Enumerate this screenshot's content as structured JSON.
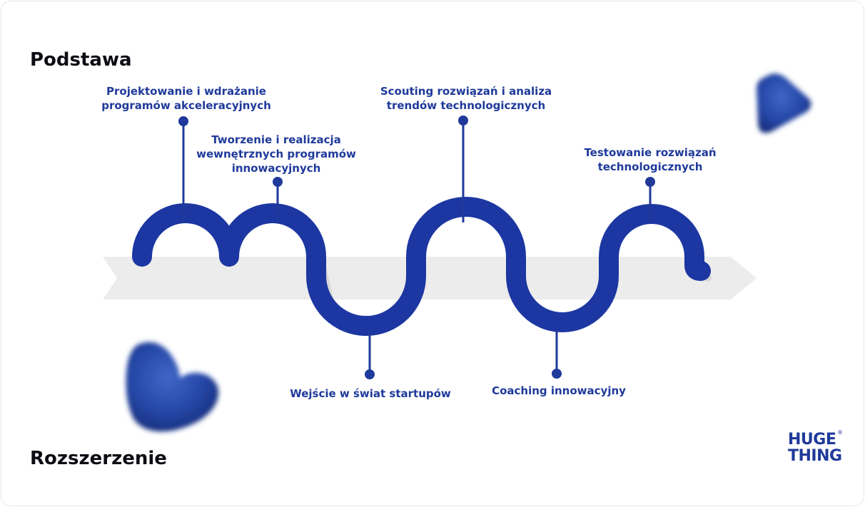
{
  "headings": {
    "top": "Podstawa",
    "bottom": "Rozszerzenie"
  },
  "steps": [
    {
      "text": "Projektowanie i wdrażanie programów akceleracyjnych",
      "position": "top"
    },
    {
      "text": "Tworzenie i realizacja wewnętrznych programów innowacyjnych",
      "position": "top"
    },
    {
      "text": "Wejście w świat startupów",
      "position": "bottom"
    },
    {
      "text": "Scouting rozwiązań i analiza trendów technologicznych",
      "position": "top"
    },
    {
      "text": "Coaching innowacyjny",
      "position": "bottom"
    },
    {
      "text": "Testowanie rozwiązań technologicznych",
      "position": "top"
    }
  ],
  "logo": {
    "line1": "HUGE",
    "line2": "THING",
    "mark": "®"
  },
  "colors": {
    "accent": "#1f3a9a",
    "wave": "#1c37a2",
    "arrow": "#ececec",
    "arrow_shadow": "#cfcfcf",
    "fur": "#2a4fb0"
  }
}
